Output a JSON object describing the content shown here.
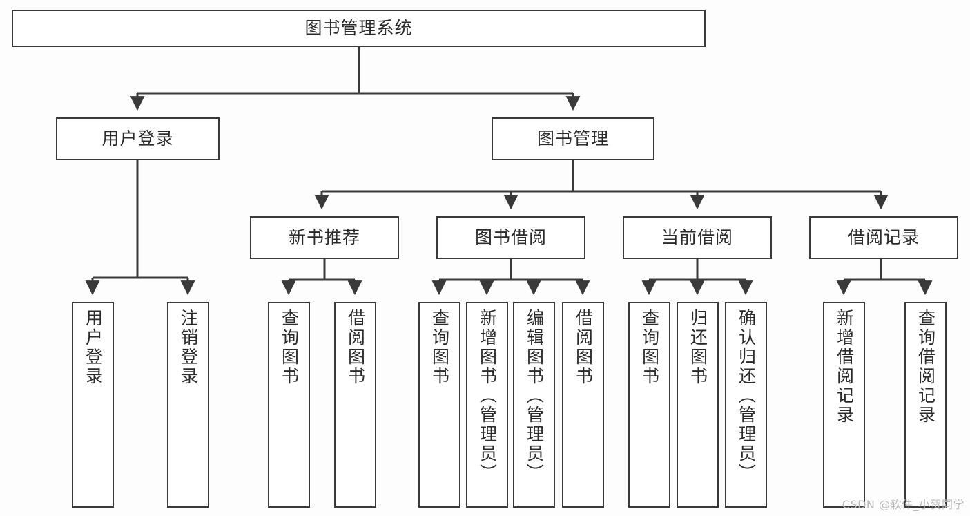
{
  "diagram": {
    "title": "图书管理系统",
    "type": "tree-hierarchy-diagram",
    "watermark": "CSDN @软件_小贺同学",
    "colors": {
      "stroke": "#3a3a3a",
      "fill": "#ffffff",
      "text": "#2b2b2b",
      "background": "#fdfdfd",
      "watermark": "#b9b9b9"
    },
    "root": {
      "id": "root",
      "label": "图书管理系统"
    },
    "level2": [
      {
        "id": "user-login",
        "label": "用户登录"
      },
      {
        "id": "book-manage",
        "label": "图书管理"
      }
    ],
    "level3": [
      {
        "id": "new-book-recommend",
        "label": "新书推荐"
      },
      {
        "id": "book-borrow",
        "label": "图书借阅"
      },
      {
        "id": "current-borrow",
        "label": "当前借阅"
      },
      {
        "id": "borrow-record",
        "label": "借阅记录"
      }
    ],
    "leaves": {
      "user_login": [
        {
          "id": "leaf-user-login",
          "label": "用户登录"
        },
        {
          "id": "leaf-logout-login",
          "label": "注销登录"
        }
      ],
      "new_book_recommend": [
        {
          "id": "leaf-query-book-1",
          "label": "查询图书"
        },
        {
          "id": "leaf-borrow-book-1",
          "label": "借阅图书"
        }
      ],
      "book_borrow": [
        {
          "id": "leaf-query-book-2",
          "label": "查询图书"
        },
        {
          "id": "leaf-add-book",
          "label": "新增图书（管理员）"
        },
        {
          "id": "leaf-edit-book",
          "label": "编辑图书（管理员）"
        },
        {
          "id": "leaf-borrow-book-2",
          "label": "借阅图书"
        }
      ],
      "current_borrow": [
        {
          "id": "leaf-query-book-3",
          "label": "查询图书"
        },
        {
          "id": "leaf-return-book",
          "label": "归还图书"
        },
        {
          "id": "leaf-confirm-return",
          "label": "确认归还（管理员）"
        }
      ],
      "borrow_record": [
        {
          "id": "leaf-add-record",
          "label": "新增借阅记录"
        },
        {
          "id": "leaf-query-record",
          "label": "查询借阅记录"
        }
      ]
    }
  }
}
